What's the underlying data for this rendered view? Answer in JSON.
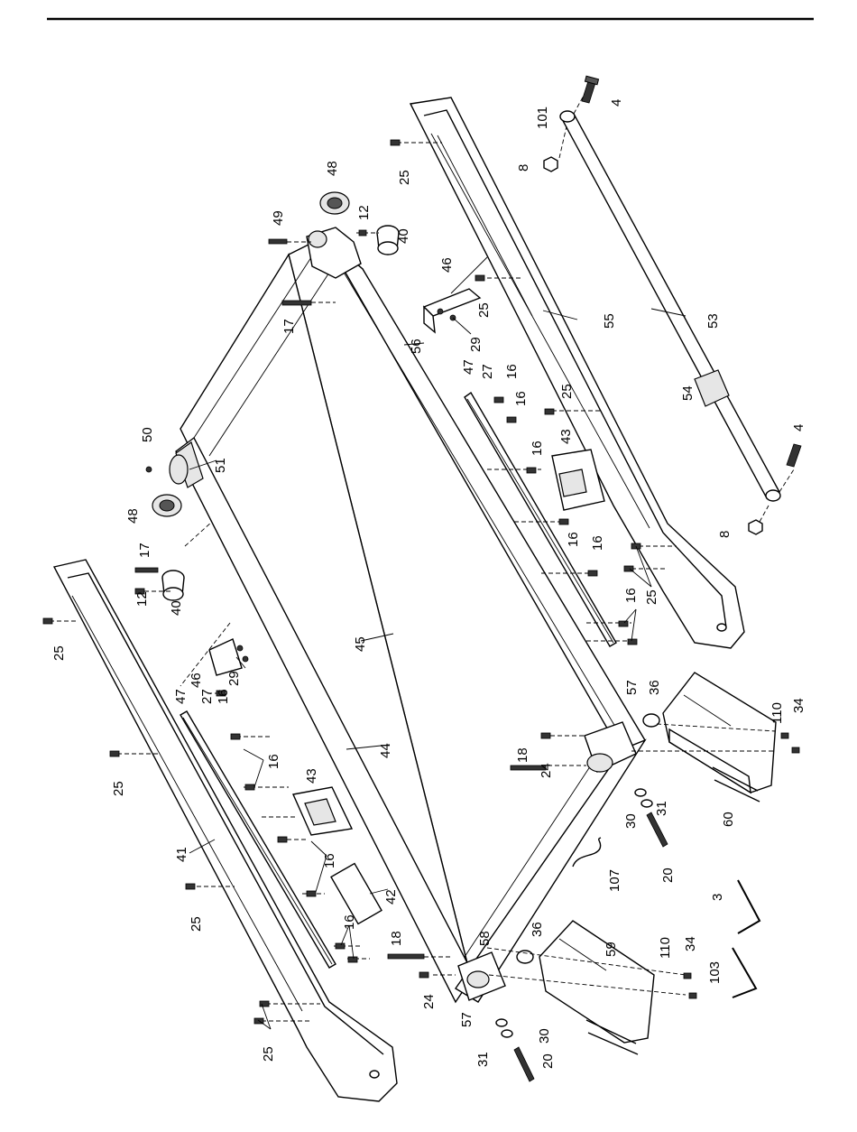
{
  "diagram": {
    "type": "exploded-parts-view",
    "callouts": [
      {
        "id": "c-4a",
        "text": "4"
      },
      {
        "id": "c-101",
        "text": "101"
      },
      {
        "id": "c-8a",
        "text": "8"
      },
      {
        "id": "c-25a",
        "text": "25"
      },
      {
        "id": "c-48a",
        "text": "48"
      },
      {
        "id": "c-49",
        "text": "49"
      },
      {
        "id": "c-12a",
        "text": "12"
      },
      {
        "id": "c-40a",
        "text": "40"
      },
      {
        "id": "c-46a",
        "text": "46"
      },
      {
        "id": "c-25b",
        "text": "25"
      },
      {
        "id": "c-55",
        "text": "55"
      },
      {
        "id": "c-53",
        "text": "53"
      },
      {
        "id": "c-17a",
        "text": "17"
      },
      {
        "id": "c-29a",
        "text": "29"
      },
      {
        "id": "c-56",
        "text": "56"
      },
      {
        "id": "c-47a",
        "text": "47"
      },
      {
        "id": "c-27a",
        "text": "27"
      },
      {
        "id": "c-16a",
        "text": "16"
      },
      {
        "id": "c-16b",
        "text": "16"
      },
      {
        "id": "c-25c",
        "text": "25"
      },
      {
        "id": "c-54",
        "text": "54"
      },
      {
        "id": "c-50",
        "text": "50"
      },
      {
        "id": "c-51",
        "text": "51"
      },
      {
        "id": "c-16c",
        "text": "16"
      },
      {
        "id": "c-43a",
        "text": "43"
      },
      {
        "id": "c-4b",
        "text": "4"
      },
      {
        "id": "c-48b",
        "text": "48"
      },
      {
        "id": "c-8b",
        "text": "8"
      },
      {
        "id": "c-16d",
        "text": "16"
      },
      {
        "id": "c-16e",
        "text": "16"
      },
      {
        "id": "c-25d",
        "text": "25"
      },
      {
        "id": "c-17b",
        "text": "17"
      },
      {
        "id": "c-12b",
        "text": "12"
      },
      {
        "id": "c-40b",
        "text": "40"
      },
      {
        "id": "c-25e",
        "text": "25"
      },
      {
        "id": "c-16f",
        "text": "16"
      },
      {
        "id": "c-45",
        "text": "45"
      },
      {
        "id": "c-46b",
        "text": "46"
      },
      {
        "id": "c-29b",
        "text": "29"
      },
      {
        "id": "c-47b",
        "text": "47"
      },
      {
        "id": "c-27b",
        "text": "27"
      },
      {
        "id": "c-16g",
        "text": "16"
      },
      {
        "id": "c-57a",
        "text": "57"
      },
      {
        "id": "c-36a",
        "text": "36"
      },
      {
        "id": "c-110a",
        "text": "110"
      },
      {
        "id": "c-34a",
        "text": "34"
      },
      {
        "id": "c-44",
        "text": "44"
      },
      {
        "id": "c-16h",
        "text": "16"
      },
      {
        "id": "c-18a",
        "text": "18"
      },
      {
        "id": "c-24a",
        "text": "24"
      },
      {
        "id": "c-25f",
        "text": "25"
      },
      {
        "id": "c-43b",
        "text": "43"
      },
      {
        "id": "c-30a",
        "text": "30"
      },
      {
        "id": "c-31a",
        "text": "31"
      },
      {
        "id": "c-60",
        "text": "60"
      },
      {
        "id": "c-41",
        "text": "41"
      },
      {
        "id": "c-16i",
        "text": "16"
      },
      {
        "id": "c-20a",
        "text": "20"
      },
      {
        "id": "c-107",
        "text": "107"
      },
      {
        "id": "c-25g",
        "text": "25"
      },
      {
        "id": "c-42",
        "text": "42"
      },
      {
        "id": "c-16j",
        "text": "16"
      },
      {
        "id": "c-18b",
        "text": "18"
      },
      {
        "id": "c-58",
        "text": "58"
      },
      {
        "id": "c-36b",
        "text": "36"
      },
      {
        "id": "c-59",
        "text": "59"
      },
      {
        "id": "c-3",
        "text": "3"
      },
      {
        "id": "c-110b",
        "text": "110"
      },
      {
        "id": "c-34b",
        "text": "34"
      },
      {
        "id": "c-103",
        "text": "103"
      },
      {
        "id": "c-24b",
        "text": "24"
      },
      {
        "id": "c-57b",
        "text": "57"
      },
      {
        "id": "c-30b",
        "text": "30"
      },
      {
        "id": "c-25h",
        "text": "25"
      },
      {
        "id": "c-31b",
        "text": "31"
      },
      {
        "id": "c-20b",
        "text": "20"
      }
    ]
  }
}
